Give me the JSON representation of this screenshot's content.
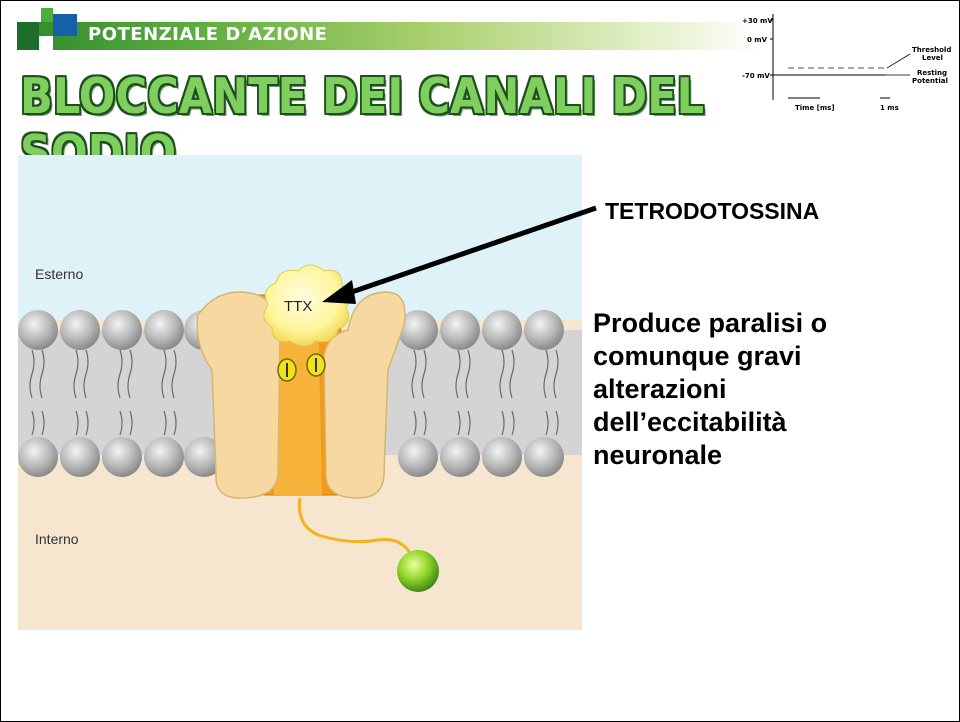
{
  "slide": {
    "section_title": "POTENZIALE D’AZIONE",
    "main_title": "BLOCCANTE DEI CANALI DEL SODIO",
    "colors": {
      "header_green": "#2d8a2d",
      "title_fill": "#7fcf5f",
      "title_outline": "#1e4e1e"
    }
  },
  "inset_graph": {
    "y_labels": [
      "+30 mV",
      "0 mV",
      "-70 mV"
    ],
    "x_label": "Time [ms]",
    "scale_label": "1 ms",
    "threshold_label_1": "Threshold",
    "threshold_label_2": "Level",
    "resting_label_1": "Resting",
    "resting_label_2": "Potential"
  },
  "diagram": {
    "outside_label": "Esterno",
    "inside_label": "Interno",
    "toxin_label": "TTX",
    "colors": {
      "outside": "#dff2f8",
      "inside": "#f7e6cf",
      "channel": "#f6d9a0",
      "pore": "#f29a1a",
      "ball": "#7fcc22"
    }
  },
  "annotation": {
    "toxin_name": "TETRODOTOSSINA",
    "effect_lines": [
      "Produce paralisi o",
      "comunque gravi",
      "alterazioni",
      "dell’eccitabilità",
      "neuronale"
    ]
  }
}
